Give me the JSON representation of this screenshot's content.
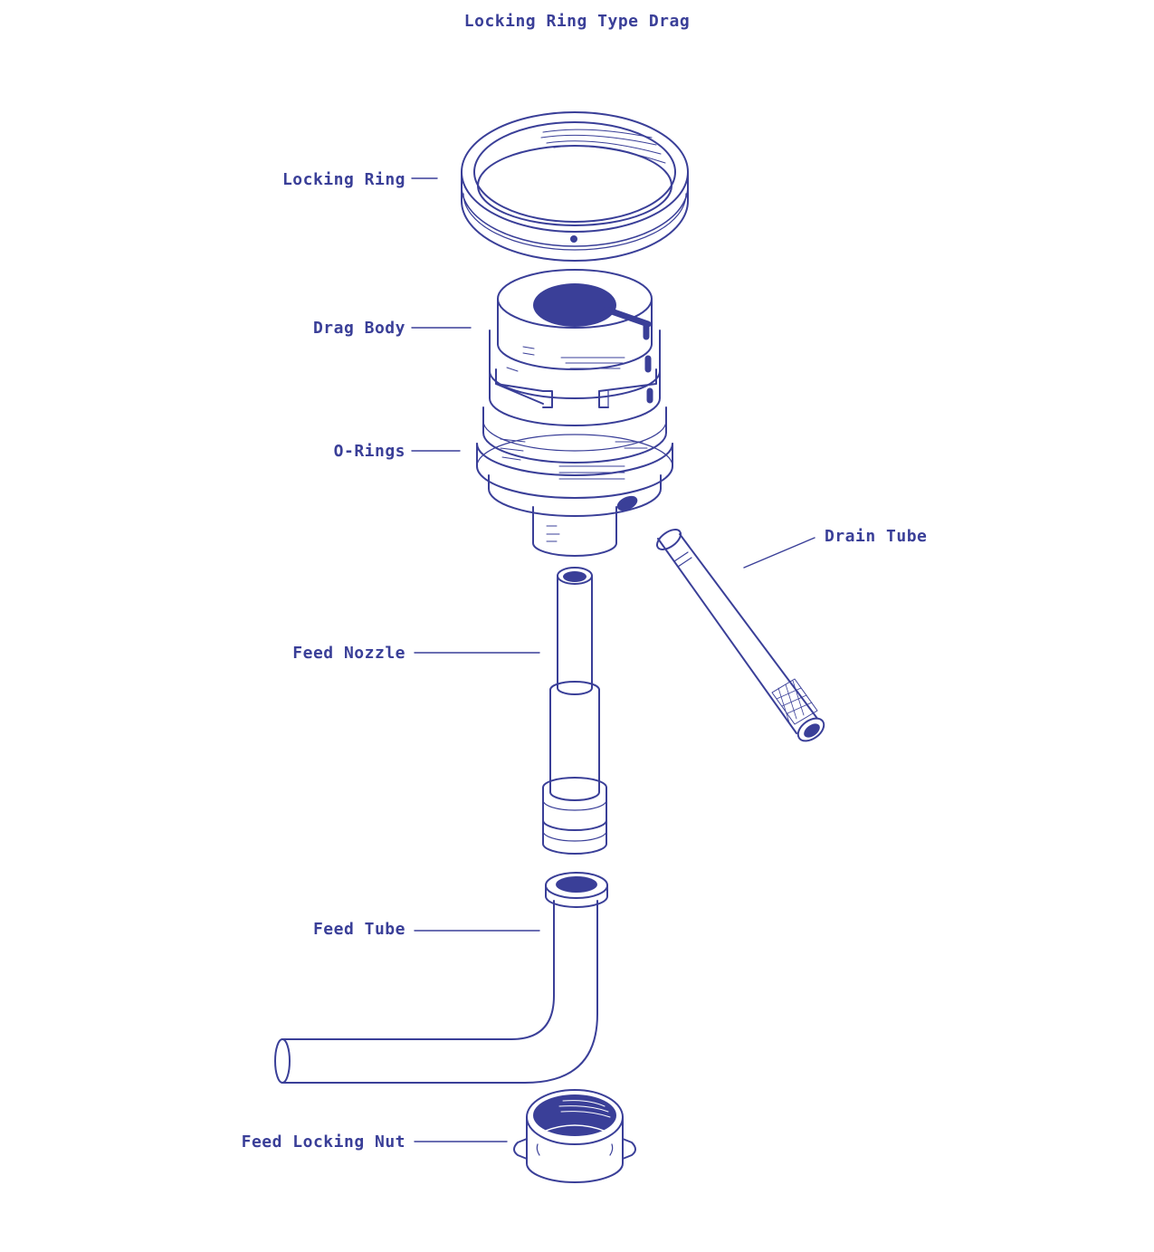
{
  "title": "Locking Ring Type Drag",
  "colors": {
    "ink": "#3a3f98",
    "background": "#ffffff"
  },
  "parts": {
    "locking_ring": "Locking Ring",
    "drag_body": "Drag Body",
    "o_rings": "O-Rings",
    "feed_nozzle": "Feed Nozzle",
    "feed_tube": "Feed Tube",
    "feed_locking_nut": "Feed Locking Nut",
    "drain_tube": "Drain Tube"
  }
}
